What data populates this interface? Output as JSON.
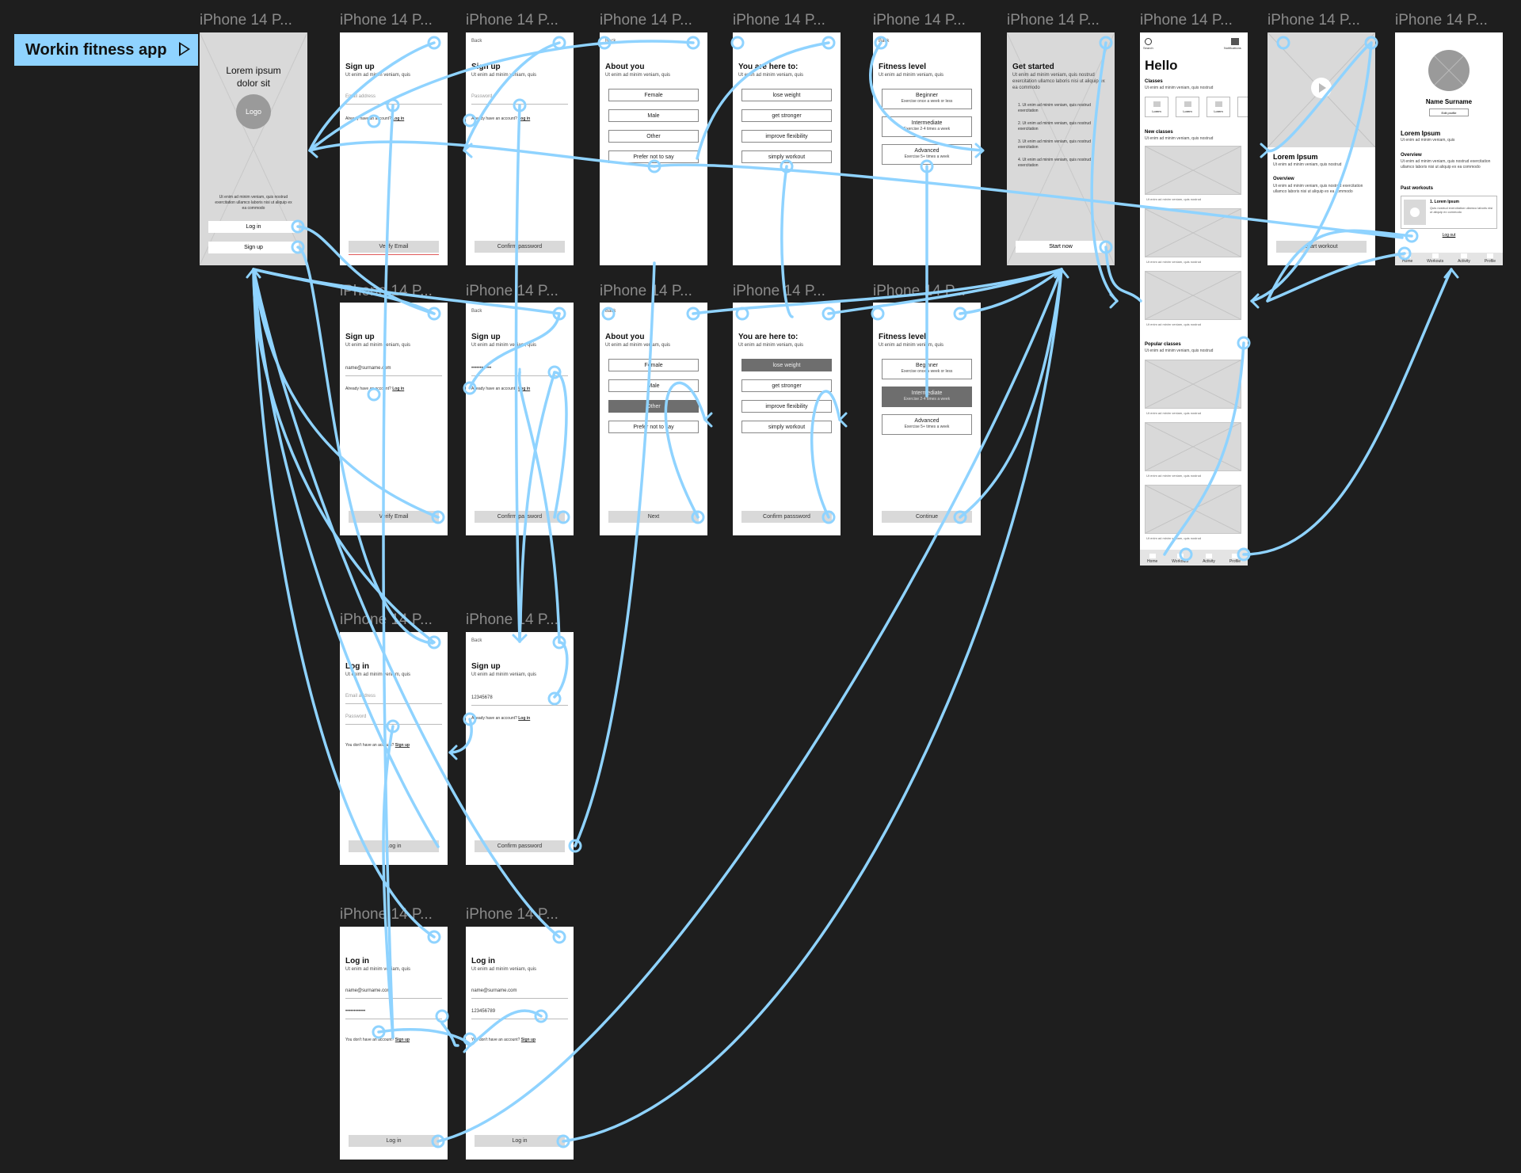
{
  "flow": {
    "name": "Workin fitness app"
  },
  "frame_label": "iPhone 14 P...",
  "colors": {
    "canvas": "#1e1e1e",
    "connector": "#8fd3ff",
    "placeholder": "#d9d9d9",
    "selected": "#6e6e6e"
  },
  "splash": {
    "headline": "Lorem ipsum dolor sit",
    "logo": "Logo",
    "body": "Ut enim ad minim veniam, quis nostrud exercitation ullamco laboris nisi ut aliquip ex ea commodo",
    "login": "Log in",
    "signup": "Sign up"
  },
  "signup": {
    "title": "Sign up",
    "sub": "Ut enim ad minim veniam, quis",
    "email_ph": "Email address",
    "email_val": "name@surname.com",
    "password_ph": "Password",
    "password_dots": "••••••••••••",
    "password_val": "12345678",
    "have_account": "Already have an account?",
    "login_link": "Log in",
    "verify": "Verify Email",
    "confirm": "Confirm password",
    "back": "Back"
  },
  "login": {
    "title": "Log in",
    "sub": "Ut enim ad minim veniam, quis",
    "email_ph": "Email address",
    "email_val": "name@surname.com",
    "password_ph": "Password",
    "password_dots": "••••••••••••",
    "password_val": "123456789",
    "no_account": "You don't have an account?",
    "signup_link": "Sign up",
    "button": "Log in"
  },
  "about": {
    "title": "About you",
    "sub": "Ut enim ad minim veniam, quis",
    "options": [
      "Female",
      "Male",
      "Other",
      "Prefer not to say"
    ],
    "next": "Next"
  },
  "goals": {
    "title": "You are here to:",
    "sub": "Ut enim ad minim veniam, quis",
    "options": [
      "lose weight",
      "get stronger",
      "improve flexibility",
      "simply workout"
    ],
    "confirm": "Confirm passsword"
  },
  "fitness": {
    "title": "Fitness level",
    "sub": "Ut enim ad minim veniam, quis",
    "levels": [
      {
        "name": "Beginner",
        "desc": "Exercise once a week or less"
      },
      {
        "name": "Intermediate",
        "desc": "Exercise 2-4 times a week"
      },
      {
        "name": "Advanced",
        "desc": "Exercise 5+ times a week"
      }
    ],
    "continue": "Continue"
  },
  "get_started": {
    "title": "Get started",
    "sub": "Ut enim ad minim veniam, quis nostrud exercitation ullamco laboris nisi ut aliquip ex ea commodo",
    "steps": [
      "1. Ut enim ad minim veniam, quis nostrud exercitation",
      "2. Ut enim ad minim veniam, quis nostrud exercitation",
      "3. Ut enim ad minim veniam, quis nostrud exercitation",
      "4. Ut enim ad minim veniam, quis nostrud exercitation"
    ],
    "start": "Start now"
  },
  "home": {
    "search": "Search",
    "notifications": "Notifications",
    "hello": "Hello",
    "classes": "Classes",
    "classes_sub": "Ut enim ad minim veniam, quis nostrud",
    "class_chip": "Lorem",
    "new_classes": "New classes",
    "popular": "Popular classes",
    "card_caption": "Ut enim ad minim veniam, quis nostrud",
    "tabs": [
      "Home",
      "Workouts",
      "Activity",
      "Profile"
    ]
  },
  "workout": {
    "title": "Lorem Ipsum",
    "sub": "Ut enim ad minim veniam, quis nostrud",
    "overview": "Overview",
    "overview_text": "Ut enim ad minim veniam, quis nostrud exercitation ullamco laboris nisi ut aliquip ex ea commodo",
    "start": "Start workout"
  },
  "profile": {
    "name": "Name Surname",
    "edit": "Edit profile",
    "title": "Lorem Ipsum",
    "sub": "Ut enim ad minim veniam, quis",
    "overview": "Overview",
    "overview_text": "Ut enim ad minim veniam, quis nostrud exercitation ullamco laboris nisi ut aliquip ex ea commodo",
    "past": "Past workouts",
    "past_item": "1. Lorem Ipsum",
    "past_item_text": "Quis nostrud exercitation ullamco laboris nisi ut aliquip ex commodo",
    "logout": "Log out",
    "tabs": [
      "Home",
      "Workouts",
      "Activity",
      "Profile"
    ]
  }
}
